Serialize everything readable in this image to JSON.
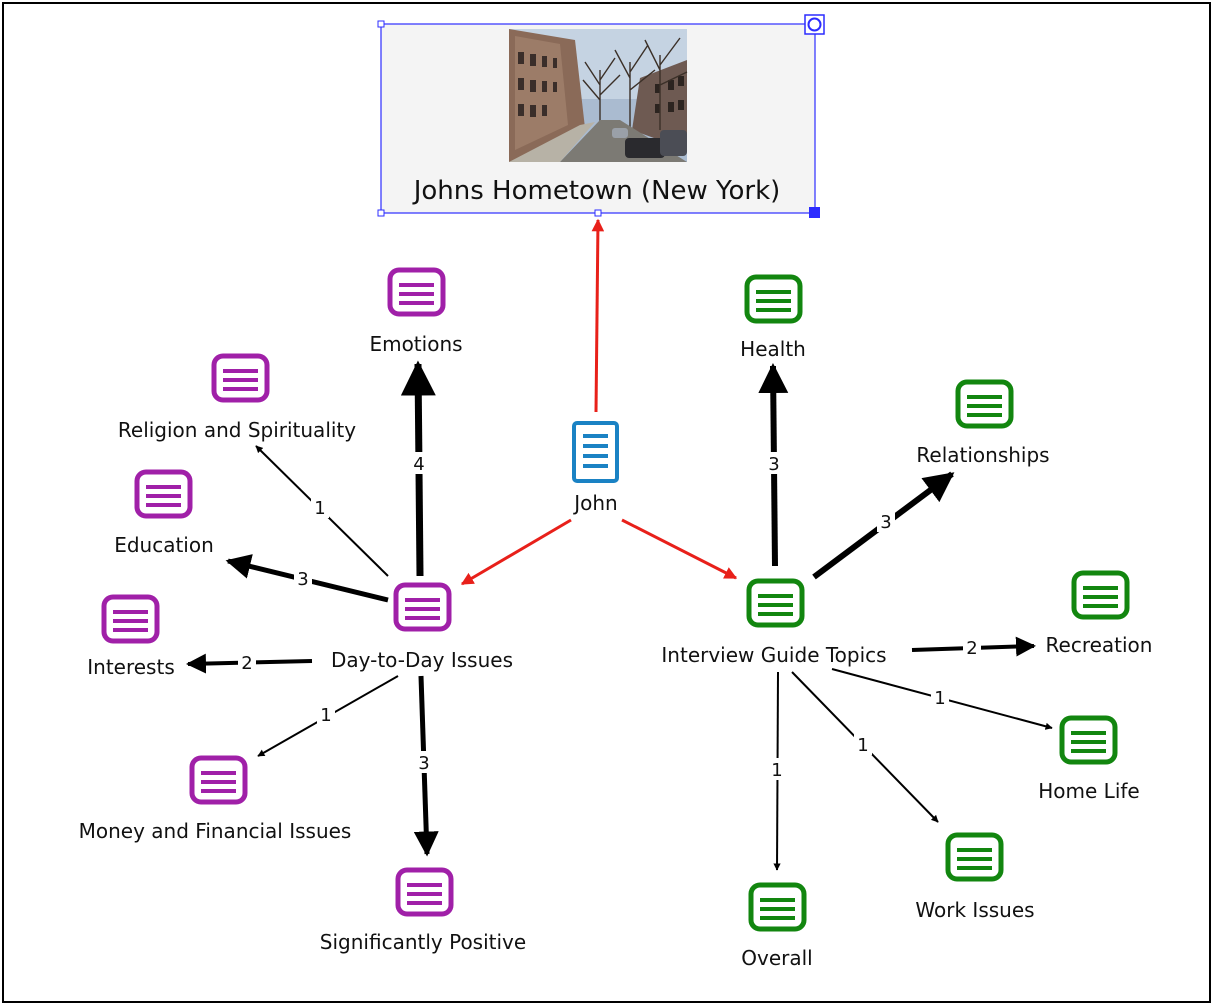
{
  "image_node": {
    "label": "Johns Hometown (New York)"
  },
  "center": {
    "label": "John",
    "color": "#1a82c4"
  },
  "hubs": {
    "day": {
      "label": "Day-to-Day Issues",
      "color": "#a020a8"
    },
    "guide": {
      "label": "Interview Guide Topics",
      "color": "#12860f"
    }
  },
  "nodes": {
    "emotions": {
      "label": "Emotions"
    },
    "religion": {
      "label": "Religion and Spirituality"
    },
    "education": {
      "label": "Education"
    },
    "interests": {
      "label": "Interests"
    },
    "money": {
      "label": "Money and Financial Issues"
    },
    "positive": {
      "label": "Significantly Positive"
    },
    "health": {
      "label": "Health"
    },
    "relationships": {
      "label": "Relationships"
    },
    "recreation": {
      "label": "Recreation"
    },
    "homelife": {
      "label": "Home Life"
    },
    "work": {
      "label": "Work Issues"
    },
    "overall": {
      "label": "Overall"
    }
  },
  "edge_counts": {
    "day_emotions": "4",
    "day_religion": "1",
    "day_education": "3",
    "day_interests": "2",
    "day_money": "1",
    "day_positive": "3",
    "guide_health": "3",
    "guide_relationships": "3",
    "guide_recreation": "2",
    "guide_homelife": "1",
    "guide_work": "1",
    "guide_overall": "1"
  },
  "colors": {
    "memo_purple": "#a020a8",
    "memo_green": "#12860f",
    "document_blue": "#1a82c4",
    "link_red": "#e8201a",
    "selection_blue": "#2c2cff"
  },
  "icons": {
    "memo": "memo-icon",
    "document": "document-icon",
    "street_photo": "street-photo-icon"
  }
}
